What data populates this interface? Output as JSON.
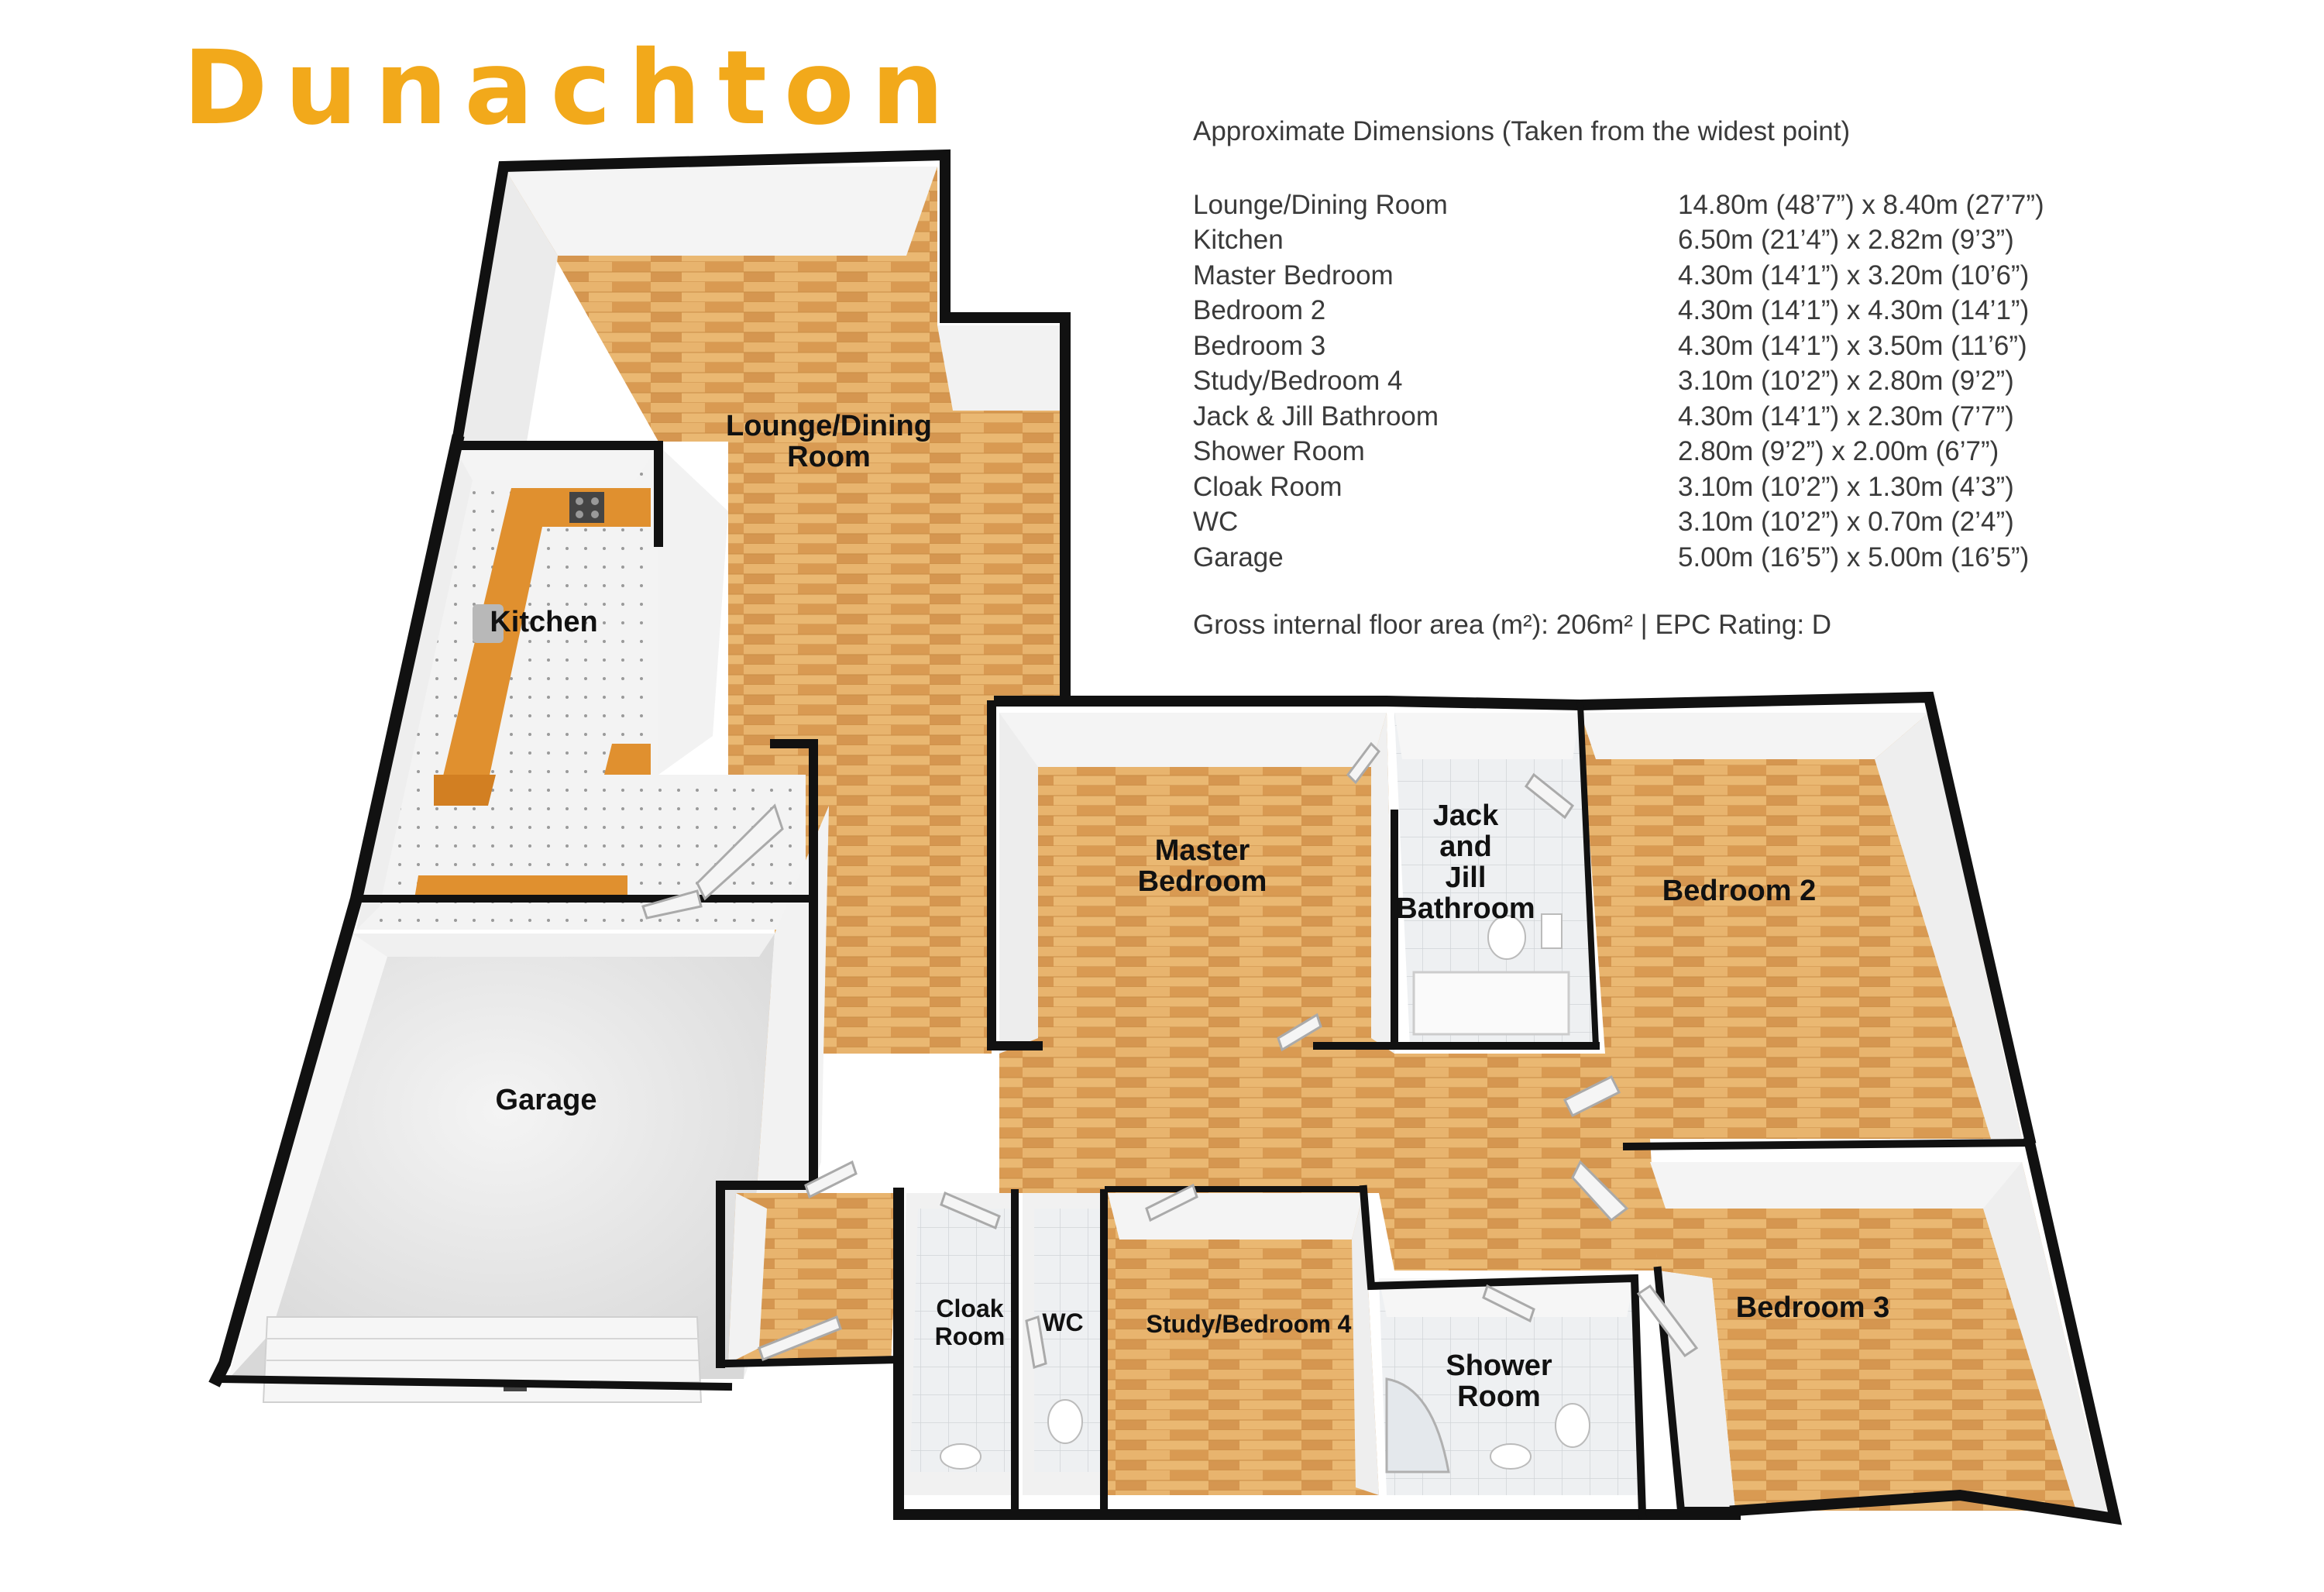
{
  "title": "Dunachton",
  "dimensions": {
    "heading": "Approximate Dimensions (Taken from the widest point)",
    "rows": [
      {
        "room": "Lounge/Dining Room",
        "size": "14.80m (48’7”) x 8.40m (27’7”)"
      },
      {
        "room": "Kitchen",
        "size": "6.50m (21’4”) x 2.82m (9’3”)"
      },
      {
        "room": "Master Bedroom",
        "size": "4.30m (14’1”) x 3.20m (10’6”)"
      },
      {
        "room": "Bedroom 2",
        "size": "4.30m (14’1”) x 4.30m (14’1”)"
      },
      {
        "room": "Bedroom 3",
        "size": "4.30m (14’1”) x 3.50m (11’6”)"
      },
      {
        "room": "Study/Bedroom 4",
        "size": "3.10m (10’2”) x 2.80m (9’2”)"
      },
      {
        "room": "Jack & Jill Bathroom",
        "size": "4.30m (14’1”) x 2.30m (7’7”)"
      },
      {
        "room": "Shower Room",
        "size": "2.80m (9’2”) x 2.00m (6’7”)"
      },
      {
        "room": "Cloak Room",
        "size": "3.10m (10’2”) x 1.30m (4’3”)"
      },
      {
        "room": "WC",
        "size": "3.10m (10’2”) x 0.70m (2’4”)"
      },
      {
        "room": "Garage",
        "size": "5.00m (16’5”) x 5.00m (16’5”)"
      }
    ],
    "gross_area": "Gross internal floor area (m²): 206m²   |   EPC Rating: D"
  },
  "plan": {
    "labels": {
      "lounge_1": "Lounge/Dining",
      "lounge_2": "Room",
      "kitchen": "Kitchen",
      "garage": "Garage",
      "master_1": "Master",
      "master_2": "Bedroom",
      "jj_1": "Jack",
      "jj_2": "and",
      "jj_3": "Jill",
      "jj_4": "Bathroom",
      "bedroom2": "Bedroom 2",
      "bedroom3": "Bedroom 3",
      "cloak_1": "Cloak",
      "cloak_2": "Room",
      "wc": "WC",
      "study": "Study/Bedroom 4",
      "shower_1": "Shower",
      "shower_2": "Room"
    },
    "colors": {
      "wood": "#E2A85E",
      "wood_dark": "#C98D45",
      "wall": "#111111",
      "wall_face": "#F4F4F4",
      "tile": "#F2F2F2",
      "garage_floor": "#E6E6E6",
      "worktop": "#E0902F",
      "title": "#F2A91B"
    }
  }
}
